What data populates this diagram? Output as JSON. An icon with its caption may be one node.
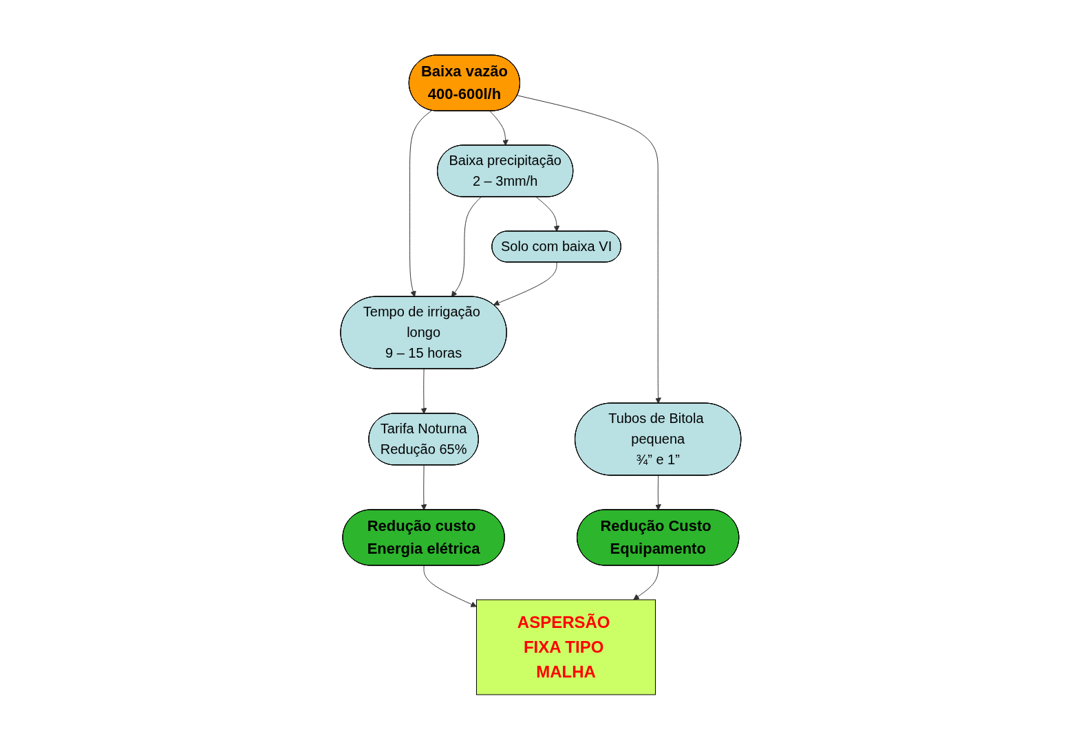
{
  "diagram": {
    "nodes": [
      {
        "text": [
          "Baixa vazão",
          "400-600l/h"
        ]
      },
      {
        "text": [
          "Tempo de irrigação longo",
          "9 – 15 horas"
        ]
      },
      {
        "text": [
          "Baixa precipitação",
          "2 – 3mm/h"
        ]
      },
      {
        "text": [
          "Solo com baixa VI"
        ]
      },
      {
        "text": [
          "Tarifa Noturna",
          "Redução 65%"
        ]
      },
      {
        "text": [
          "Redução custo Energia elétrica"
        ]
      },
      {
        "text": [
          "Tubos de Bitola pequena",
          "¾” e 1”"
        ]
      },
      {
        "text": [
          "Redução Custo Equipamento"
        ]
      },
      {
        "text": [
          "ASPERSÃO FIXA TIPO MALHA"
        ]
      }
    ],
    "edges": [
      {
        "from": 0,
        "to": 1,
        "arrow": "to"
      },
      {
        "from": 0,
        "to": 2,
        "arrow": "to"
      },
      {
        "from": 0,
        "to": 6,
        "arrow": "to"
      },
      {
        "from": 2,
        "to": 1,
        "arrow": "to"
      },
      {
        "from": 2,
        "to": 3,
        "arrow": "to"
      },
      {
        "from": 3,
        "to": 1,
        "arrow": "to"
      },
      {
        "from": 1,
        "to": 4,
        "arrow": "to"
      },
      {
        "from": 4,
        "to": 5,
        "arrow": "to"
      },
      {
        "from": 5,
        "to": 8,
        "arrow": "to"
      },
      {
        "from": 6,
        "to": 7,
        "arrow": "to"
      },
      {
        "from": 7,
        "to": 8,
        "arrow": "to"
      }
    ]
  }
}
